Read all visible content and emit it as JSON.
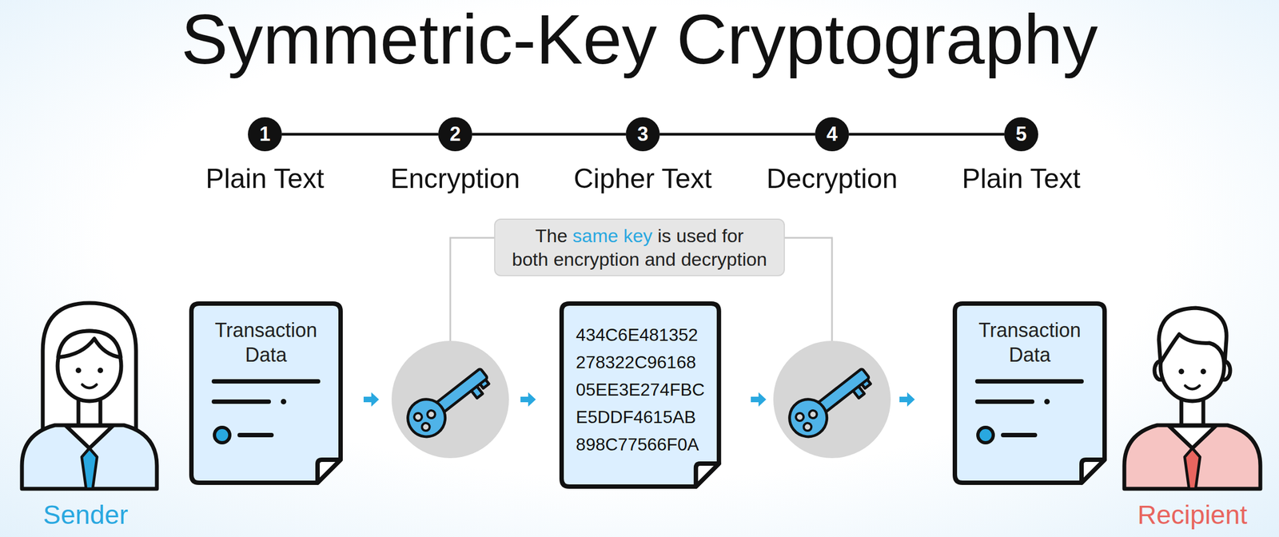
{
  "diagram": {
    "title": "Symmetric-Key Cryptography",
    "nodes": [
      {
        "text": [
          "1",
          "Plain Text"
        ]
      },
      {
        "text": [
          "2",
          "Encryption"
        ]
      },
      {
        "text": [
          "3",
          "Cipher Text"
        ]
      },
      {
        "text": [
          "4",
          "Decryption"
        ]
      },
      {
        "text": [
          "5",
          "Plain Text"
        ]
      },
      {
        "text": [
          "The same key is used for both encryption and decryption"
        ]
      },
      {
        "text": [
          "Transaction Data"
        ]
      },
      {
        "text": [
          "434C6E481352 278322C96168 05EE3E274FBC E5DDF4615AB 898C77566F0A"
        ]
      },
      {
        "text": [
          "Transaction Data"
        ]
      }
    ],
    "edges": [
      {
        "from": 0,
        "to": 1,
        "arrow": "none"
      },
      {
        "from": 1,
        "to": 2,
        "arrow": "none"
      },
      {
        "from": 2,
        "to": 3,
        "arrow": "none"
      },
      {
        "from": 3,
        "to": 4,
        "arrow": "none"
      }
    ],
    "labels": [
      "Sender",
      "Recipient"
    ]
  }
}
